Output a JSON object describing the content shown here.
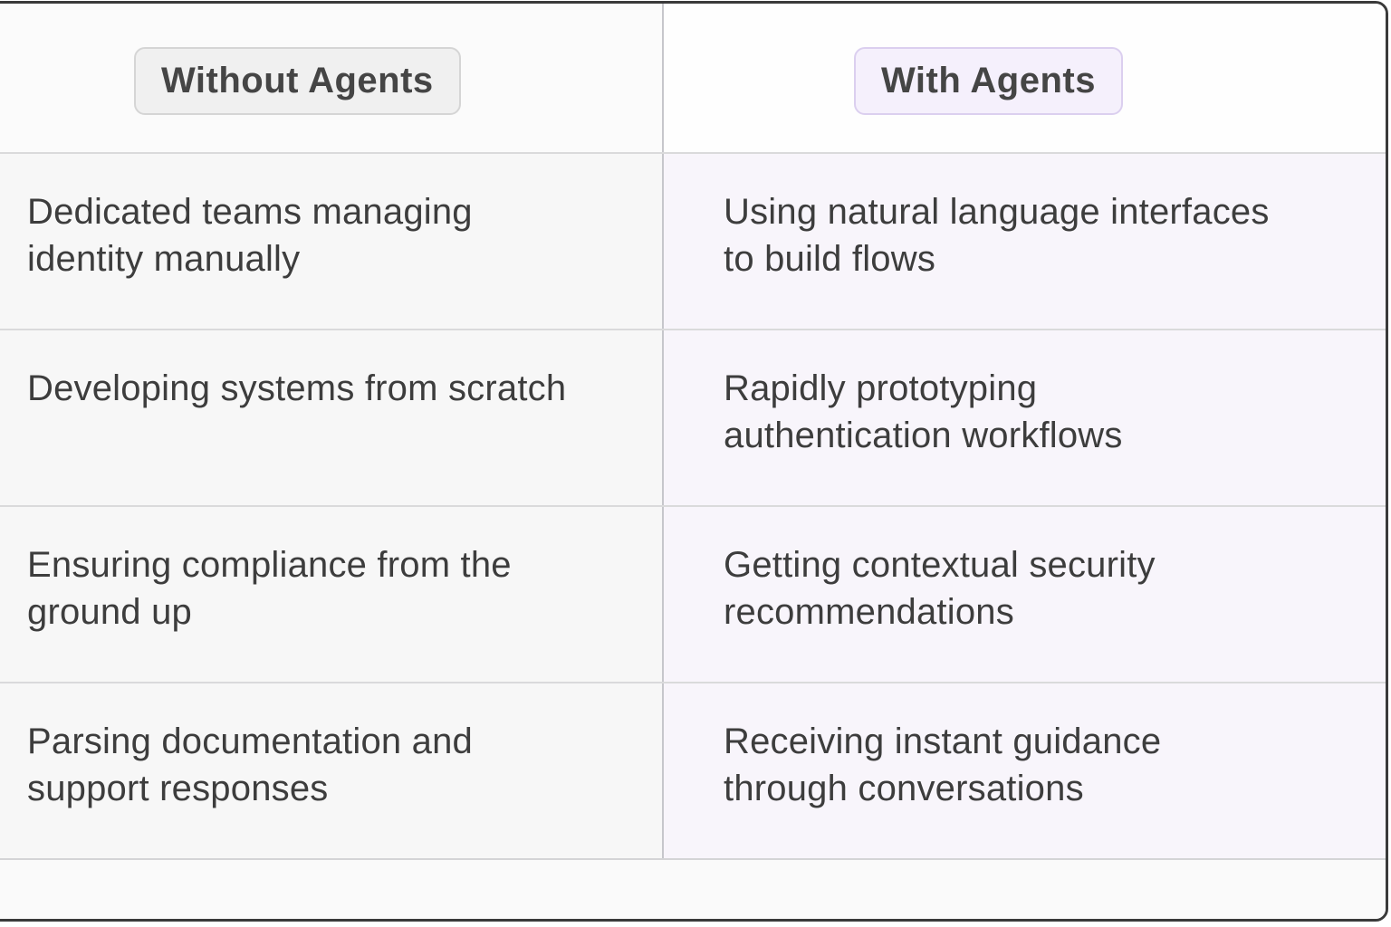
{
  "table": {
    "columns": [
      {
        "label": "Without Agents"
      },
      {
        "label": "With Agents"
      }
    ],
    "rows": [
      {
        "left": {
          "lines": [
            "Dedicated teams managing",
            "identity manually"
          ]
        },
        "right": {
          "lines": [
            "Using natural language interfaces",
            "to build flows"
          ]
        }
      },
      {
        "left": {
          "lines": [
            "Developing systems from scratch",
            ""
          ]
        },
        "right": {
          "lines": [
            "Rapidly prototyping",
            "authentication workflows"
          ]
        }
      },
      {
        "left": {
          "lines": [
            "Ensuring compliance from the",
            "ground up"
          ]
        },
        "right": {
          "lines": [
            "Getting contextual security",
            "recommendations"
          ]
        }
      },
      {
        "left": {
          "lines": [
            "Parsing documentation and",
            "support responses"
          ]
        },
        "right": {
          "lines": [
            "Receiving instant guidance",
            "through conversations"
          ]
        }
      }
    ]
  },
  "colors": {
    "frame_border": "#3a3a3a",
    "grid_line_horizontal": "#dadadb",
    "grid_line_vertical": "#c6c6cb",
    "left_column_cell_bg": "#f7f7f7",
    "right_column_cell_bg": "#f8f5fb",
    "without_badge_bg": "#f0f0f0",
    "without_badge_border": "#d5d5d5",
    "with_badge_bg": "#f5f0fc",
    "with_badge_border": "#dbcfef",
    "text": "#3d3d3d"
  }
}
